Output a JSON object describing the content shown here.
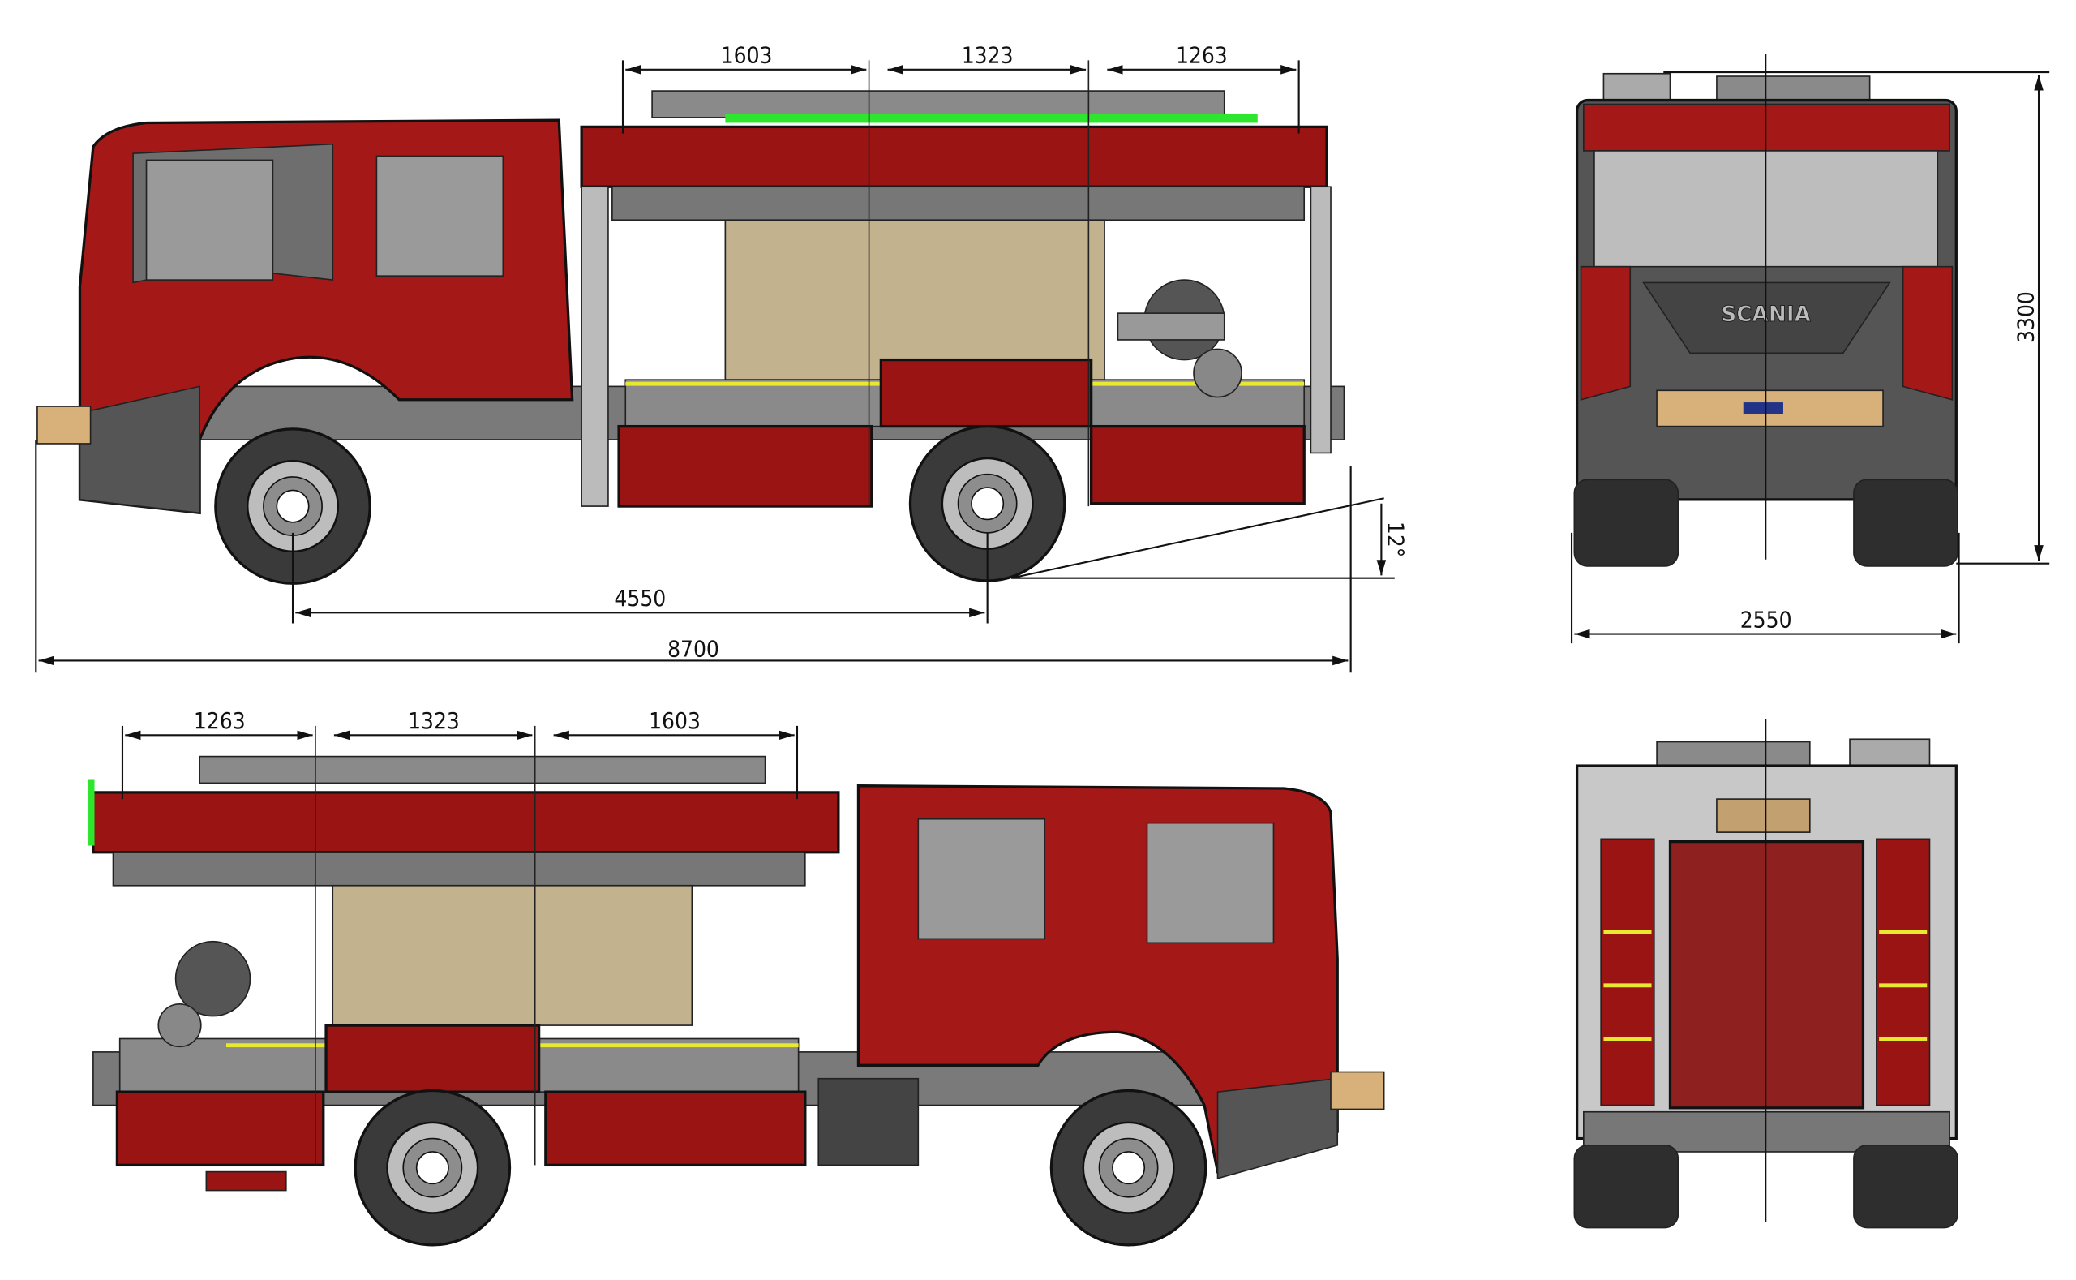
{
  "drawing": {
    "brand_logo_text": "SCANIA",
    "colors": {
      "body_red": "#9b1414",
      "cab_red": "#a51818",
      "glass": "#9a9a9a",
      "tank_beige": "#c2b28e",
      "chassis_grey": "#555555",
      "accent_green": "#2ee62e",
      "accent_yellow": "#e8e830",
      "bumper_tan": "#d8b07a"
    },
    "side_view_left": {
      "compartment_dims": [
        "1603",
        "1323",
        "1263"
      ],
      "wheelbase": "4550",
      "overall_length": "8700",
      "departure_angle": "12°"
    },
    "side_view_right": {
      "compartment_dims": [
        "1263",
        "1323",
        "1603"
      ]
    },
    "front_view": {
      "height": "3300",
      "width": "2550"
    }
  }
}
